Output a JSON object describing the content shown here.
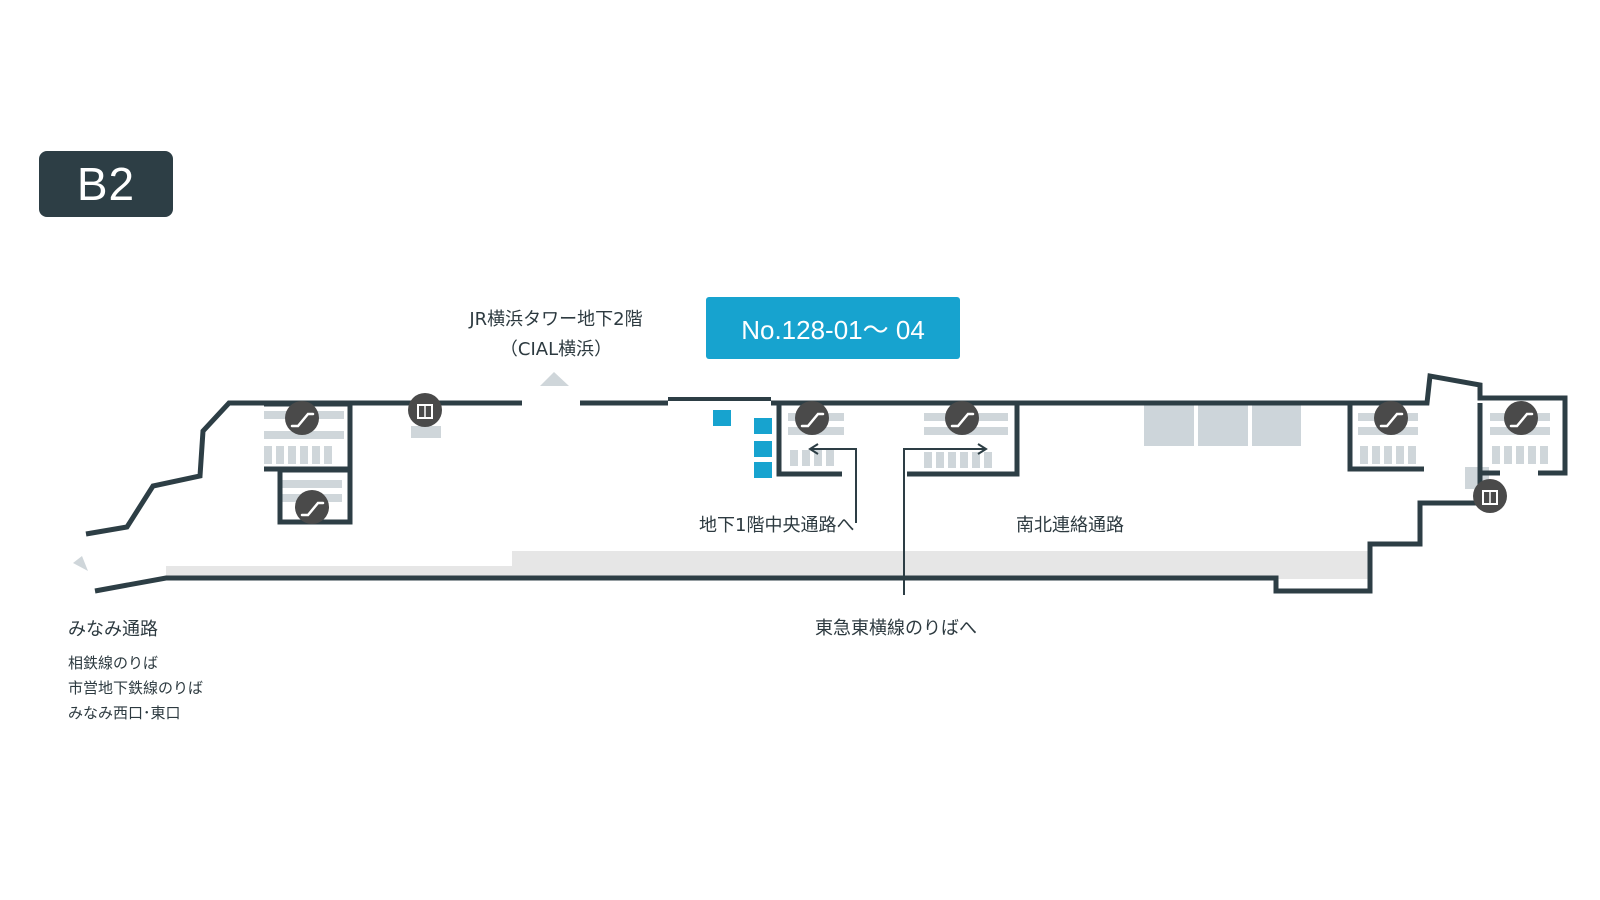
{
  "floor": {
    "label": "B2"
  },
  "store": {
    "label": "No.128-01～ 04"
  },
  "labels": {
    "jr_tower_line1": "JR横浜タワー地下2階",
    "jr_tower_line2": "（CIAL横浜）",
    "b1_central": "地下1階中央通路へ",
    "north_south": "南北連絡通路",
    "toyoko": "東急東横線のりばへ",
    "minami": "みなみ通路",
    "sotetsu": "相鉄線のりば",
    "subway": "市営地下鉄線のりば",
    "minami_exit": "みなみ西口･東口"
  },
  "icons": {
    "escalator": "escalator-icon",
    "elevator": "elevator-icon",
    "direction": "direction-arrow-icon"
  },
  "colors": {
    "wall": "#2d3e45",
    "accent": "#17a3cf",
    "stairs": "#cfd6da",
    "corridor": "#e6e6e6",
    "shop_block": "#cdd5da",
    "icon_bg": "#4a4a4a"
  }
}
